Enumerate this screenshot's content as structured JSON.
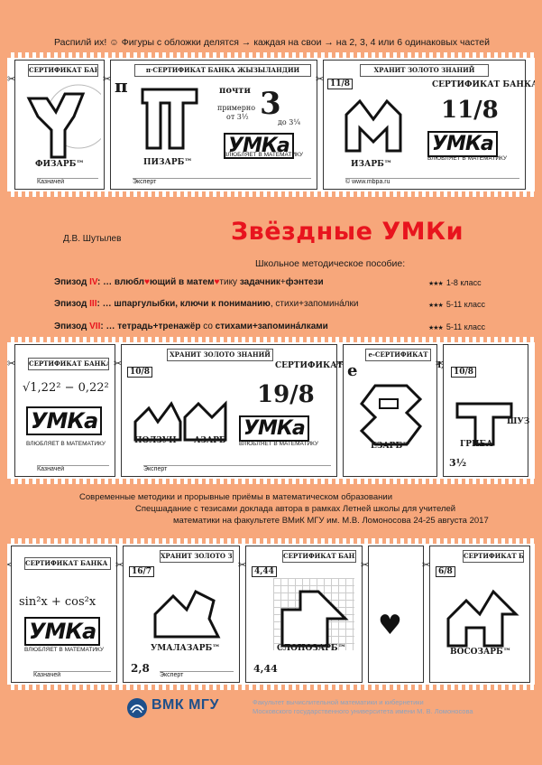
{
  "top_note": "Распилй их! ☺ Фигуры с обложки делятся → каждая на свои → на 2, 3, 4 или 6 одинаковых частей",
  "author": "Д.В. Шутылев",
  "title": "Звёздные  УМКи",
  "subtitle": "Школьное методическое пособие:",
  "episodes": [
    {
      "label": "Эпизод",
      "roman": "IV",
      "text_a": ": … влюбл",
      "heart": "♥",
      "text_b": "ющий в матем",
      "heart2": "♥",
      "text_c": "тику ",
      "bold_d": "задачник",
      "text_e": "+",
      "bold_f": "фэнтези",
      "stars": "★★★",
      "grade": "1-8 класс"
    },
    {
      "label": "Эпизод",
      "roman": "III",
      "text_a": ": … шпаргулыбки, ключи к ",
      "heart": "",
      "text_b": "",
      "heart2": "",
      "text_c": "",
      "bold_d": "пониманию",
      "text_e": ", стихи+запоминáлки",
      "bold_f": "",
      "stars": "★★★",
      "grade": "5-11 класс"
    },
    {
      "label": "Эпизод",
      "roman": "VII",
      "text_a": ": … тетрадь+",
      "heart": "",
      "text_b": "",
      "heart2": "",
      "text_c": "",
      "bold_d": "тренажёр",
      "text_e": " со ",
      "bold_f": "стихами+запоминáлками",
      "stars": "★★★",
      "grade": "5-11 класс"
    }
  ],
  "info_lines": [
    "Современные методики и прорывные приёмы в математическом образовании",
    "Спецшадание с тезисами доклада автора в рамках Летней школы для учителей",
    "математики на факультете ВМиК МГУ им. М.В. Ломоносова 24-25 августа 2017"
  ],
  "logo": {
    "name": "ВМК МГУ",
    "desc_line1": "Факультет вычислительной математики и кибернетики",
    "desc_line2": "Московского государственного университета имени М. В. Ломоносова"
  },
  "card_text": {
    "header_bank": "СЕРТИФИКАТ БАНКА ЖЫЗЫЛАНДИИ",
    "header_short": "СЕРТИФИКАТ БАНКА",
    "header_pi": "π·СЕРТИФИКАТ БАНКА ЖЫЗЫЛАНДИИ",
    "header_e": "e-СЕРТИФИКАТ",
    "treasure": "ХРАНИТ ЗОЛОТО ЗНАНИЙ",
    "slogan": "ВЛЮБЛЯЕТ В МАТЕМАТИКУ",
    "expert": "Эксперт",
    "cashier": "Казначей",
    "site": "© www.mbpa.ru",
    "umk": "УМКа",
    "fizarb": "ФИЗАРБ™",
    "pizarb": "ПИЗАРБ™",
    "izarb": "ИЗАРБ™",
    "polzun": "ПОЛЗУН",
    "azarb": "АЗАРБ",
    "ezarb": "ЕЗАРБ™",
    "griba": "ГРИБА",
    "shuz": "ШУЗ",
    "umalazarb": "УМАЛАЗАРБ™",
    "slonozarb": "СЛОНОЗАРБ™",
    "vosozarb": "ВОСОЗАРБ™",
    "pochti": "почти",
    "primerno": "примерно",
    "ot3": "от 3½",
    "do3": "до 3¼",
    "n3": "3",
    "n11_8": "11/8",
    "n10_8": "10/8",
    "n19_8": "19/8",
    "n16_7": "16/7",
    "n4_44": "4,44",
    "n6_8": "6/8",
    "n2_8": "2,8",
    "n3_5": "3½",
    "pi": "π",
    "e": "e",
    "sqrt_expr": "√1,22² − 0,22²",
    "sin_expr": "sin²x + cos²x",
    "heart_card": "♥"
  }
}
